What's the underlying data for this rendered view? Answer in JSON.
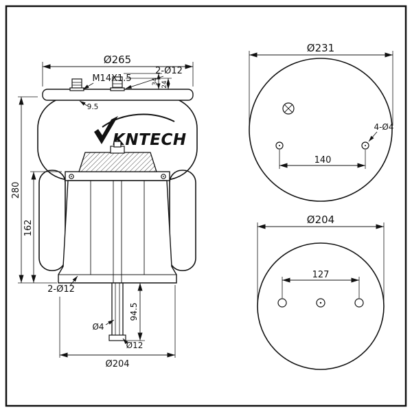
{
  "drawing": {
    "background": "#ffffff",
    "line_color": "#111111",
    "brand": "KNTECH"
  },
  "side_view": {
    "top_plate_diameter": "Ø265",
    "air_fitting_thread": "M14X1.5",
    "mounting_studs": "2-Ø12",
    "stud_offset": "9.5",
    "stud_height_a": "34",
    "stud_height_b": "24",
    "overall_height": "280",
    "piston_height": "162",
    "base_holes": "2-Ø12",
    "stem_length": "94.5",
    "stem_hole_diameter": "Ø4",
    "stem_diameter": "Ø12",
    "piston_base_diameter": "Ø204"
  },
  "top_view": {
    "plate_diameter": "Ø231",
    "stud_spacing": "140",
    "small_holes": "4-Ø4"
  },
  "bottom_view": {
    "base_diameter": "Ø204",
    "hole_spacing": "127"
  }
}
